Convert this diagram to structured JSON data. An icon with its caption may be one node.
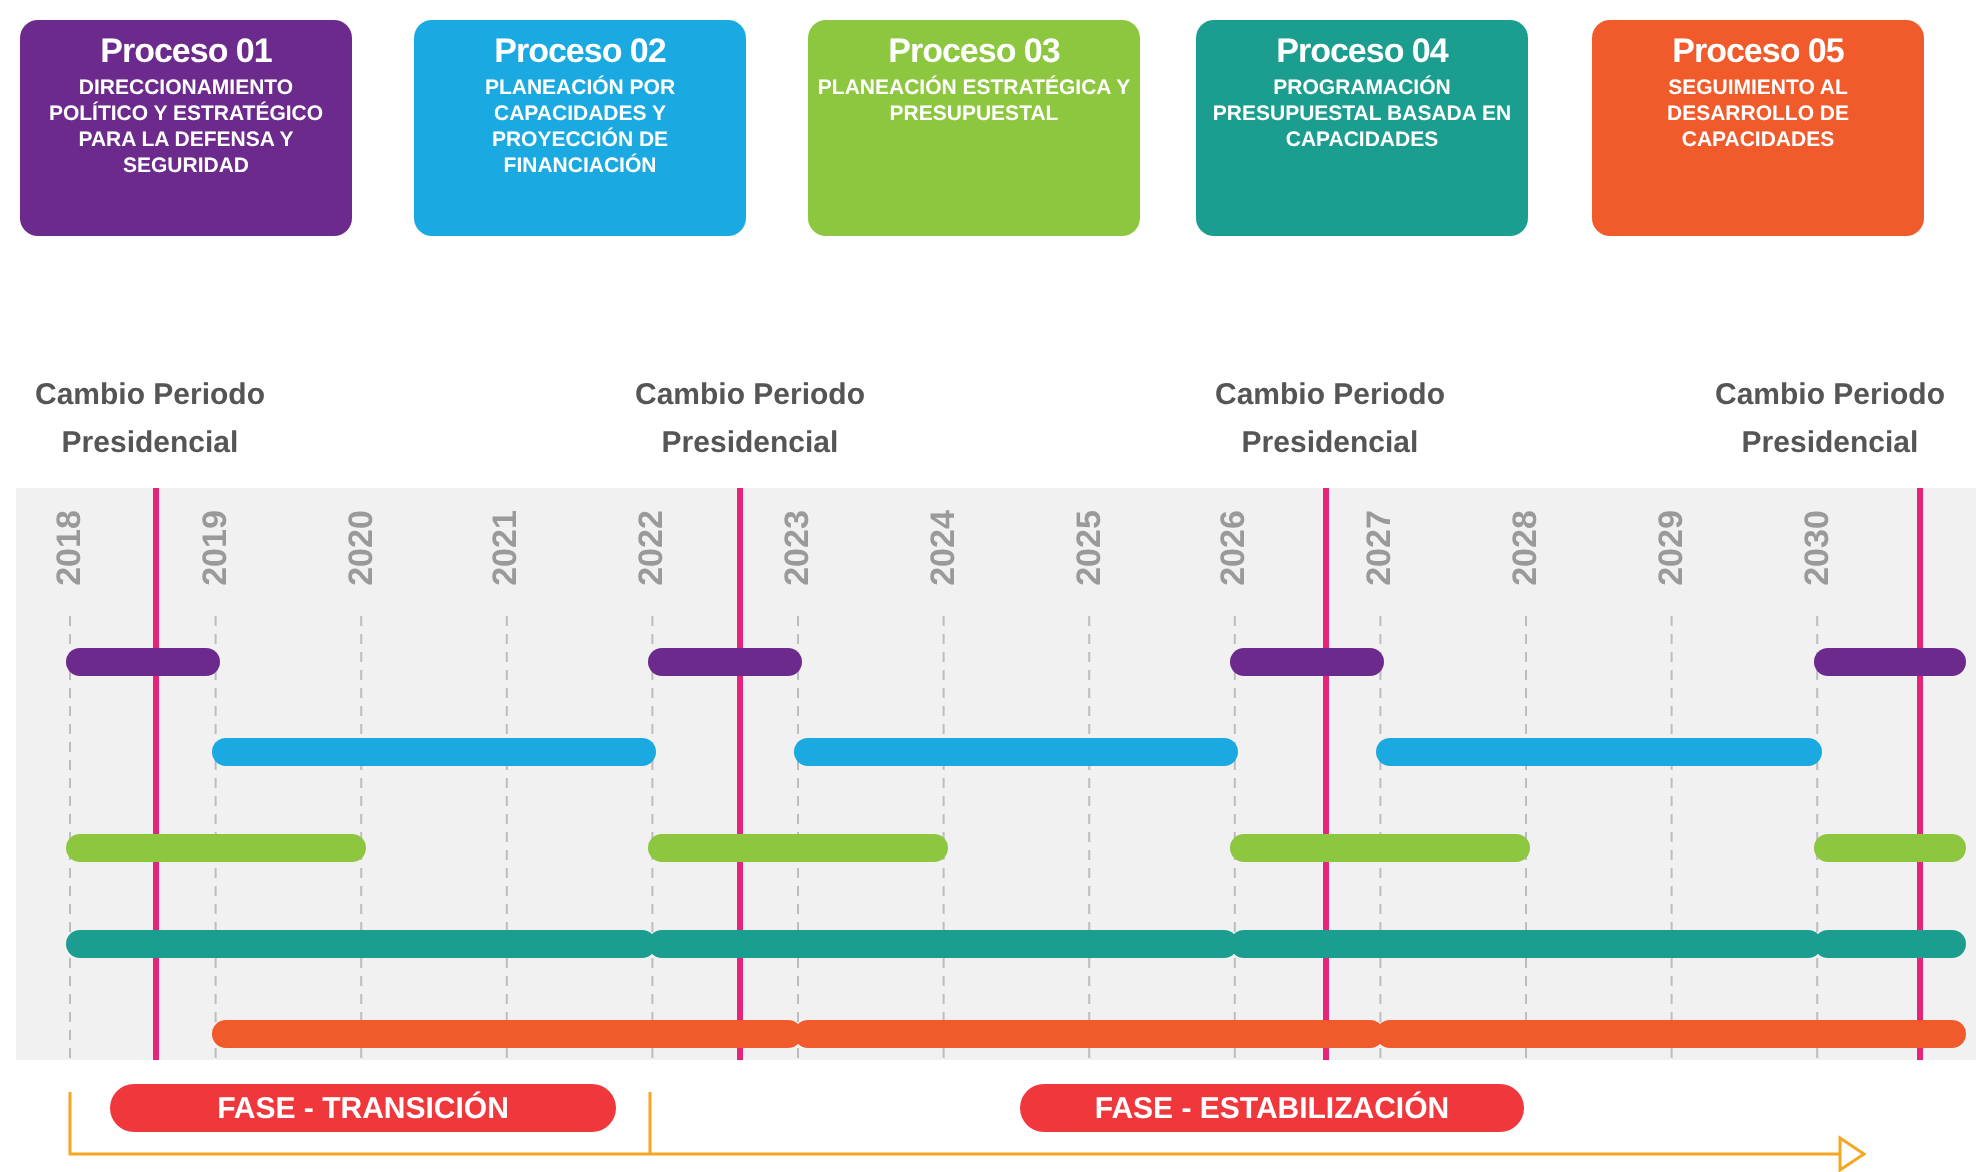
{
  "diagram": {
    "nodes": [
      {
        "text": [
          "Proceso 01",
          "DIRECCIONAMIENTO POLÍTICO Y ESTRATÉGICO PARA LA DEFENSA Y SEGURIDAD"
        ]
      },
      {
        "text": [
          "Proceso 02",
          "PLANEACIÓN POR CAPACIDADES Y PROYECCIÓN DE FINANCIACIÓN"
        ]
      },
      {
        "text": [
          "Proceso 03",
          "PLANEACIÓN ESTRATÉGICA Y PRESUPUESTAL"
        ]
      },
      {
        "text": [
          "Proceso 04",
          "PROGRAMACIÓN PRESUPUESTAL BASADA EN CAPACIDADES"
        ]
      },
      {
        "text": [
          "Proceso 05",
          "SEGUIMIENTO AL DESARROLLO DE CAPACIDADES"
        ]
      },
      {
        "text": [
          "FASE - TRANSICIÓN"
        ]
      },
      {
        "text": [
          "FASE - ESTABILIZACIÓN"
        ]
      },
      {
        "text": [],
        "shape": "bar"
      },
      {
        "text": [],
        "shape": "bar"
      },
      {
        "text": [],
        "shape": "bar"
      },
      {
        "text": [],
        "shape": "bar"
      },
      {
        "text": [],
        "shape": "bar"
      },
      {
        "text": [],
        "shape": "bar"
      },
      {
        "text": [],
        "shape": "bar"
      },
      {
        "text": [],
        "shape": "bar"
      },
      {
        "text": [],
        "shape": "bar"
      },
      {
        "text": [],
        "shape": "bar"
      },
      {
        "text": [],
        "shape": "bar"
      },
      {
        "text": [],
        "shape": "bar"
      },
      {
        "text": [],
        "shape": "bar"
      },
      {
        "text": [],
        "shape": "bar"
      },
      {
        "text": [],
        "shape": "bar"
      },
      {
        "text": [],
        "shape": "bar"
      },
      {
        "text": [],
        "shape": "bar"
      },
      {
        "text": [],
        "shape": "bar"
      }
    ],
    "labels": [
      "Cambio Periodo Presidencial",
      "Cambio Periodo Presidencial",
      "Cambio Periodo Presidencial",
      "Cambio Periodo Presidencial",
      "2018",
      "2019",
      "2020",
      "2021",
      "2022",
      "2023",
      "2024",
      "2025",
      "2026",
      "2027",
      "2028",
      "2029",
      "2030"
    ]
  }
}
